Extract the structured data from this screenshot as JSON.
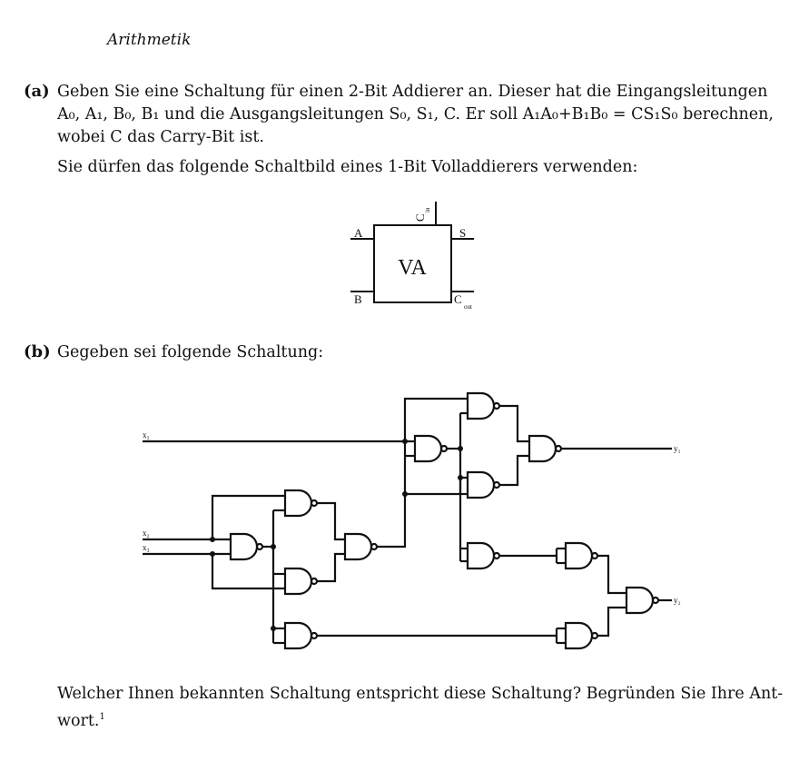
{
  "header": "Arithmetik",
  "part_a": {
    "label": "(a)",
    "line1": "Geben Sie eine Schaltung für einen 2-Bit Addierer an. Dieser hat die Eingangsleitungen",
    "line2": "A₀, A₁, B₀, B₁ und die Ausgangsleitungen S₀, S₁, C. Er soll A₁A₀+B₁B₀ = CS₁S₀ berechnen,",
    "line3": "wobei C das Carry-Bit ist.",
    "line4": "Sie dürfen das folgende Schaltbild eines 1-Bit Volladdierers verwenden:"
  },
  "va_block": {
    "title": "VA",
    "pin_a": "A",
    "pin_b": "B",
    "pin_s": "S",
    "pin_cin": "C",
    "pin_cin_sub": "in",
    "pin_cout": "C",
    "pin_cout_sub": "out"
  },
  "part_b": {
    "label": "(b)",
    "line1": "Gegeben sei folgende Schaltung:"
  },
  "circuit": {
    "x1": "x₁",
    "x2": "x₂",
    "x3": "x₃",
    "y1": "y₁",
    "y2": "y₂"
  },
  "question": {
    "line1": "Welcher Ihnen bekannten Schaltung entspricht diese Schaltung? Begründen Sie Ihre Ant-",
    "line2": "wort.",
    "footnote": "1"
  }
}
